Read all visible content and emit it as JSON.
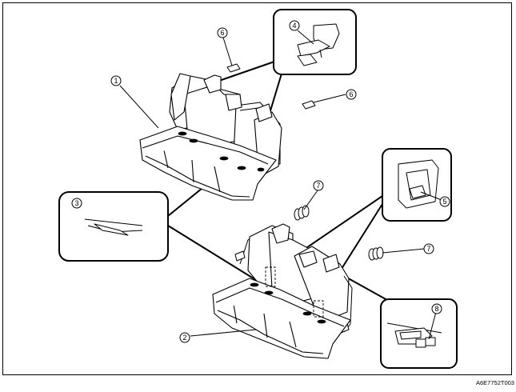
{
  "callouts": [
    {
      "id": "1",
      "label": "1"
    },
    {
      "id": "2",
      "label": "2"
    },
    {
      "id": "3",
      "label": "3"
    },
    {
      "id": "4",
      "label": "4"
    },
    {
      "id": "5",
      "label": "5"
    },
    {
      "id": "6a",
      "label": "6"
    },
    {
      "id": "6b",
      "label": "6"
    },
    {
      "id": "7a",
      "label": "7"
    },
    {
      "id": "7b",
      "label": "7"
    },
    {
      "id": "8",
      "label": "8"
    }
  ],
  "figure_code": "A6E7752T003"
}
